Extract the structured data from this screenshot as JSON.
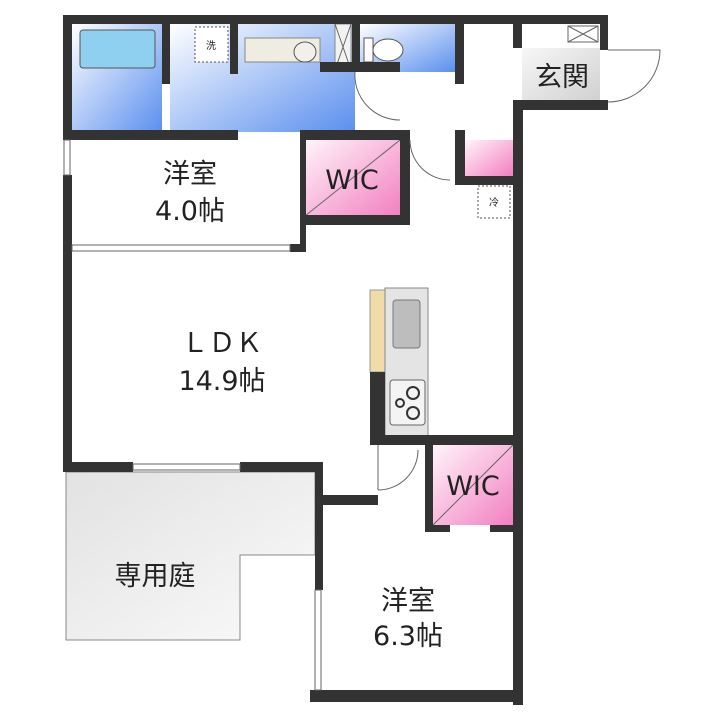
{
  "floorplan": {
    "rooms": {
      "entrance": "玄関",
      "bedroom1_name": "洋室",
      "bedroom1_size": "4.0帖",
      "wic1": "WIC",
      "ldk_name": "ＬＤＫ",
      "ldk_size": "14.9帖",
      "wic2": "WIC",
      "garden": "専用庭",
      "bedroom2_name": "洋室",
      "bedroom2_size": "6.3帖"
    },
    "fixtures": {
      "washer": "洗",
      "fridge": "冷"
    },
    "colors": {
      "wall": "#333333",
      "wet_area": "#6a9ff0",
      "closet": "#f48cc4",
      "entrance": "#d8d8d8",
      "garden": "#ececec"
    }
  }
}
